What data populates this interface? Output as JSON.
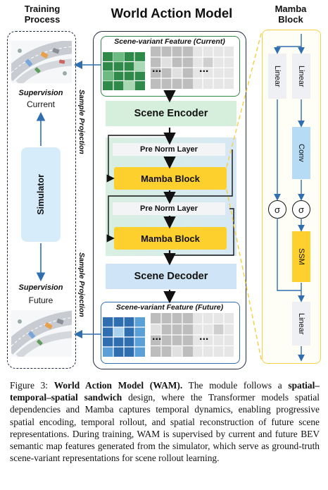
{
  "training": {
    "title": "Training\nProcess",
    "supervision_top": "Supervision",
    "current": "Current",
    "simulator": "Simulator",
    "supervision_bottom": "Supervision",
    "future": "Future",
    "sample_projection_top": "Sample Projection",
    "sample_projection_bottom": "Sample Projection"
  },
  "wam": {
    "title": "World Action Model",
    "feature_current": "Scene-variant Feature (Current)",
    "scene_encoder": "Scene Encoder",
    "pre_norm_1": "Pre Norm Layer",
    "mamba_block_1": "Mamba Block",
    "pre_norm_2": "Pre Norm Layer",
    "mamba_block_2": "Mamba Block",
    "scene_decoder": "Scene Decoder",
    "feature_future": "Scene-variant Feature (Future)",
    "ellipsis": "..."
  },
  "mamba": {
    "title": "Mamba\nBlock",
    "linear_left": "Linear",
    "linear_right": "Linear",
    "conv": "Conv",
    "sigma": "σ",
    "ssm": "SSM",
    "linear_out": "Linear"
  },
  "caption": {
    "prefix": "Figure 3: ",
    "bold1": "World Action Model (WAM).",
    "t1": " The module follows a ",
    "bold2": "spatial–temporal–spatial sandwich",
    "t2": " design, where the Transformer models spatial dependencies and Mamba captures temporal dynamics, enabling progressive spatial encoding, temporal rollout, and spatial reconstruction of future scene representations. During training, WAM is supervised by current and future BEV semantic map features generated from the simulator, which serve as ground-truth scene-variant representations for scene rollout learning."
  },
  "colors": {
    "green_dark": "#2f8a4a",
    "green_mid": "#6dbb82",
    "green_light": "#a8d8b4",
    "blue_dark": "#2f6fb0",
    "blue_mid": "#5aa0d6",
    "blue_light": "#a9d1ee",
    "mamba_yellow": "#fdd02e",
    "encoder_green": "#d6efdd",
    "decoder_blue": "#cfe5f7",
    "simulator_bg": "#d6ecfa",
    "conv_bg": "#b5dbf5",
    "frame_yellow": "#f5d04a",
    "grey_light": "#e0e0e0",
    "grey_mid": "#bdbdbd"
  }
}
